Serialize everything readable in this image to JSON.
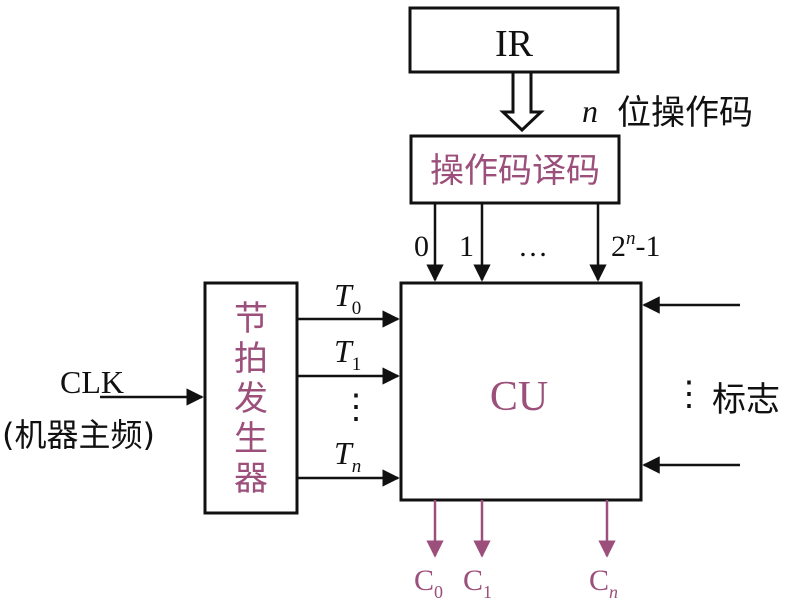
{
  "colors": {
    "accent": "#9b4f7a",
    "ink": "#111111"
  },
  "ir": {
    "label": "IR"
  },
  "opcode_bits": {
    "n": "n",
    "text": "位操作码"
  },
  "decoder": {
    "label": "操作码译码"
  },
  "decoder_outputs": {
    "zero": "0",
    "one": "1",
    "dots": "…",
    "last_base": "2",
    "last_sup": "n",
    "last_suffix": "-1"
  },
  "clock_gen": {
    "chars": [
      "节",
      "拍",
      "发",
      "生",
      "器"
    ]
  },
  "timing": {
    "t0": {
      "base": "T",
      "sub": "0"
    },
    "t1": {
      "base": "T",
      "sub": "1"
    },
    "tn": {
      "base": "T",
      "sub": "n"
    },
    "dots": "⋮"
  },
  "clk": {
    "label": "CLK",
    "sub_label": "(机器主频)"
  },
  "cu": {
    "label": "CU"
  },
  "flags": {
    "label": "标志",
    "dots": "⋮"
  },
  "control_outputs": {
    "c0": {
      "base": "C",
      "sub": "0"
    },
    "c1": {
      "base": "C",
      "sub": "1"
    },
    "cn": {
      "base": "C",
      "sub": "n"
    }
  }
}
